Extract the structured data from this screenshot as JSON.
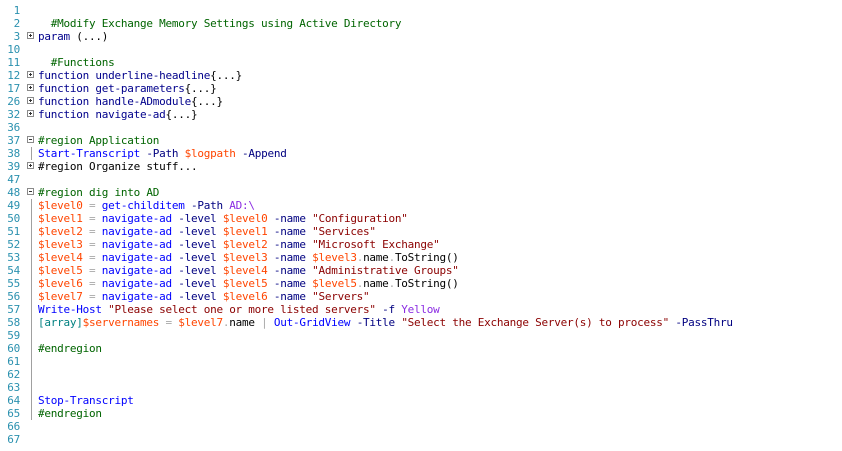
{
  "editor": {
    "colors": {
      "line_number": "#2b91af",
      "comment": "#006400",
      "command": "#0000ff",
      "variable": "#ff4500",
      "parameter": "#000080",
      "string": "#8b0000",
      "type": "#008080",
      "keyword": "#00008b"
    },
    "lines": [
      {
        "n": "1",
        "tokens": []
      },
      {
        "n": "2",
        "tokens": [
          {
            "t": "  "
          },
          {
            "c": "comment",
            "t": "#Modify Exchange Memory Settings using Active Directory"
          }
        ]
      },
      {
        "n": "3",
        "fold": "plus",
        "tokens": [
          {
            "c": "kw",
            "t": "param"
          },
          {
            "t": " (...)"
          }
        ]
      },
      {
        "n": "10",
        "tokens": []
      },
      {
        "n": "11",
        "tokens": [
          {
            "t": "  "
          },
          {
            "c": "comment",
            "t": "#Functions"
          }
        ]
      },
      {
        "n": "12",
        "fold": "plus",
        "tokens": [
          {
            "c": "kw",
            "t": "function"
          },
          {
            "t": " "
          },
          {
            "c": "func",
            "t": "underline-headline"
          },
          {
            "t": "{...}"
          }
        ]
      },
      {
        "n": "17",
        "fold": "plus",
        "tokens": [
          {
            "c": "kw",
            "t": "function"
          },
          {
            "t": " "
          },
          {
            "c": "func",
            "t": "get-parameters"
          },
          {
            "t": "{...}"
          }
        ]
      },
      {
        "n": "26",
        "fold": "plus",
        "tokens": [
          {
            "c": "kw",
            "t": "function"
          },
          {
            "t": " "
          },
          {
            "c": "func",
            "t": "handle-ADmodule"
          },
          {
            "t": "{...}"
          }
        ]
      },
      {
        "n": "32",
        "fold": "plus",
        "tokens": [
          {
            "c": "kw",
            "t": "function"
          },
          {
            "t": " "
          },
          {
            "c": "func",
            "t": "navigate-ad"
          },
          {
            "t": "{...}"
          }
        ]
      },
      {
        "n": "36",
        "tokens": []
      },
      {
        "n": "37",
        "fold": "minus",
        "tokens": [
          {
            "c": "comment",
            "t": "#region Application"
          }
        ]
      },
      {
        "n": "38",
        "guide": true,
        "tokens": [
          {
            "c": "cmd",
            "t": "Start-Transcript"
          },
          {
            "t": " "
          },
          {
            "c": "param",
            "t": "-Path"
          },
          {
            "t": " "
          },
          {
            "c": "var",
            "t": "$logpath"
          },
          {
            "t": " "
          },
          {
            "c": "param",
            "t": "-Append"
          }
        ]
      },
      {
        "n": "39",
        "fold": "plus",
        "tokens": [
          {
            "c": "comment_dark",
            "t": "#region Organize stuff..."
          }
        ]
      },
      {
        "n": "47",
        "tokens": []
      },
      {
        "n": "48",
        "fold": "minus",
        "tokens": [
          {
            "c": "comment",
            "t": "#region dig into AD"
          }
        ]
      },
      {
        "n": "49",
        "guide": true,
        "tokens": [
          {
            "c": "var",
            "t": "$level0"
          },
          {
            "t": " "
          },
          {
            "c": "op",
            "t": "="
          },
          {
            "t": " "
          },
          {
            "c": "cmd",
            "t": "get-childitem"
          },
          {
            "t": " "
          },
          {
            "c": "param",
            "t": "-Path"
          },
          {
            "t": " "
          },
          {
            "c": "path",
            "t": "AD:\\"
          }
        ]
      },
      {
        "n": "50",
        "guide": true,
        "tokens": [
          {
            "c": "var",
            "t": "$level1"
          },
          {
            "t": " "
          },
          {
            "c": "op",
            "t": "="
          },
          {
            "t": " "
          },
          {
            "c": "cmd",
            "t": "navigate-ad"
          },
          {
            "t": " "
          },
          {
            "c": "param",
            "t": "-level"
          },
          {
            "t": " "
          },
          {
            "c": "var",
            "t": "$level0"
          },
          {
            "t": " "
          },
          {
            "c": "param",
            "t": "-name"
          },
          {
            "t": " "
          },
          {
            "c": "str",
            "t": "\"Configuration\""
          }
        ]
      },
      {
        "n": "51",
        "guide": true,
        "tokens": [
          {
            "c": "var",
            "t": "$level2"
          },
          {
            "t": " "
          },
          {
            "c": "op",
            "t": "="
          },
          {
            "t": " "
          },
          {
            "c": "cmd",
            "t": "navigate-ad"
          },
          {
            "t": " "
          },
          {
            "c": "param",
            "t": "-level"
          },
          {
            "t": " "
          },
          {
            "c": "var",
            "t": "$level1"
          },
          {
            "t": " "
          },
          {
            "c": "param",
            "t": "-name"
          },
          {
            "t": " "
          },
          {
            "c": "str",
            "t": "\"Services\""
          }
        ]
      },
      {
        "n": "52",
        "guide": true,
        "tokens": [
          {
            "c": "var",
            "t": "$level3"
          },
          {
            "t": " "
          },
          {
            "c": "op",
            "t": "="
          },
          {
            "t": " "
          },
          {
            "c": "cmd",
            "t": "navigate-ad"
          },
          {
            "t": " "
          },
          {
            "c": "param",
            "t": "-level"
          },
          {
            "t": " "
          },
          {
            "c": "var",
            "t": "$level2"
          },
          {
            "t": " "
          },
          {
            "c": "param",
            "t": "-name"
          },
          {
            "t": " "
          },
          {
            "c": "str",
            "t": "\"Microsoft Exchange\""
          }
        ]
      },
      {
        "n": "53",
        "guide": true,
        "tokens": [
          {
            "c": "var",
            "t": "$level4"
          },
          {
            "t": " "
          },
          {
            "c": "op",
            "t": "="
          },
          {
            "t": " "
          },
          {
            "c": "cmd",
            "t": "navigate-ad"
          },
          {
            "t": " "
          },
          {
            "c": "param",
            "t": "-level"
          },
          {
            "t": " "
          },
          {
            "c": "var",
            "t": "$level3"
          },
          {
            "t": " "
          },
          {
            "c": "param",
            "t": "-name"
          },
          {
            "t": " "
          },
          {
            "c": "var",
            "t": "$level3"
          },
          {
            "c": "op",
            "t": "."
          },
          {
            "c": "member",
            "t": "name"
          },
          {
            "c": "op",
            "t": "."
          },
          {
            "c": "member",
            "t": "ToString()"
          }
        ]
      },
      {
        "n": "54",
        "guide": true,
        "tokens": [
          {
            "c": "var",
            "t": "$level5"
          },
          {
            "t": " "
          },
          {
            "c": "op",
            "t": "="
          },
          {
            "t": " "
          },
          {
            "c": "cmd",
            "t": "navigate-ad"
          },
          {
            "t": " "
          },
          {
            "c": "param",
            "t": "-level"
          },
          {
            "t": " "
          },
          {
            "c": "var",
            "t": "$level4"
          },
          {
            "t": " "
          },
          {
            "c": "param",
            "t": "-name"
          },
          {
            "t": " "
          },
          {
            "c": "str",
            "t": "\"Administrative Groups\""
          }
        ]
      },
      {
        "n": "55",
        "guide": true,
        "tokens": [
          {
            "c": "var",
            "t": "$level6"
          },
          {
            "t": " "
          },
          {
            "c": "op",
            "t": "="
          },
          {
            "t": " "
          },
          {
            "c": "cmd",
            "t": "navigate-ad"
          },
          {
            "t": " "
          },
          {
            "c": "param",
            "t": "-level"
          },
          {
            "t": " "
          },
          {
            "c": "var",
            "t": "$level5"
          },
          {
            "t": " "
          },
          {
            "c": "param",
            "t": "-name"
          },
          {
            "t": " "
          },
          {
            "c": "var",
            "t": "$level5"
          },
          {
            "c": "op",
            "t": "."
          },
          {
            "c": "member",
            "t": "name"
          },
          {
            "c": "op",
            "t": "."
          },
          {
            "c": "member",
            "t": "ToString()"
          }
        ]
      },
      {
        "n": "56",
        "guide": true,
        "tokens": [
          {
            "c": "var",
            "t": "$level7"
          },
          {
            "t": " "
          },
          {
            "c": "op",
            "t": "="
          },
          {
            "t": " "
          },
          {
            "c": "cmd",
            "t": "navigate-ad"
          },
          {
            "t": " "
          },
          {
            "c": "param",
            "t": "-level"
          },
          {
            "t": " "
          },
          {
            "c": "var",
            "t": "$level6"
          },
          {
            "t": " "
          },
          {
            "c": "param",
            "t": "-name"
          },
          {
            "t": " "
          },
          {
            "c": "str",
            "t": "\"Servers\""
          }
        ]
      },
      {
        "n": "57",
        "guide": true,
        "tokens": [
          {
            "c": "cmd",
            "t": "Write-Host"
          },
          {
            "t": " "
          },
          {
            "c": "str",
            "t": "\"Please select one or more listed servers\""
          },
          {
            "t": " "
          },
          {
            "c": "param",
            "t": "-f"
          },
          {
            "t": " "
          },
          {
            "c": "path",
            "t": "Yellow"
          }
        ]
      },
      {
        "n": "58",
        "guide": true,
        "tokens": [
          {
            "c": "type",
            "t": "[array]"
          },
          {
            "c": "var",
            "t": "$servernames"
          },
          {
            "t": " "
          },
          {
            "c": "op",
            "t": "="
          },
          {
            "t": " "
          },
          {
            "c": "var",
            "t": "$level7"
          },
          {
            "c": "op",
            "t": "."
          },
          {
            "c": "member",
            "t": "name"
          },
          {
            "t": " "
          },
          {
            "c": "op",
            "t": "|"
          },
          {
            "t": " "
          },
          {
            "c": "cmd",
            "t": "Out-GridView"
          },
          {
            "t": " "
          },
          {
            "c": "param",
            "t": "-Title"
          },
          {
            "t": " "
          },
          {
            "c": "str",
            "t": "\"Select the Exchange Server(s) to process\""
          },
          {
            "t": " "
          },
          {
            "c": "param",
            "t": "-PassThru"
          }
        ]
      },
      {
        "n": "59",
        "guide": true,
        "tokens": []
      },
      {
        "n": "60",
        "guide": true,
        "tokens": [
          {
            "c": "comment",
            "t": "#endregion"
          }
        ]
      },
      {
        "n": "61",
        "guide": true,
        "tokens": []
      },
      {
        "n": "62",
        "guide": true,
        "tokens": []
      },
      {
        "n": "63",
        "guide": true,
        "tokens": []
      },
      {
        "n": "64",
        "guide": true,
        "tokens": [
          {
            "c": "cmd",
            "t": "Stop-Transcript"
          }
        ]
      },
      {
        "n": "65",
        "guide": true,
        "tokens": [
          {
            "c": "comment",
            "t": "#endregion"
          }
        ]
      },
      {
        "n": "66",
        "tokens": []
      },
      {
        "n": "67",
        "tokens": []
      }
    ]
  }
}
